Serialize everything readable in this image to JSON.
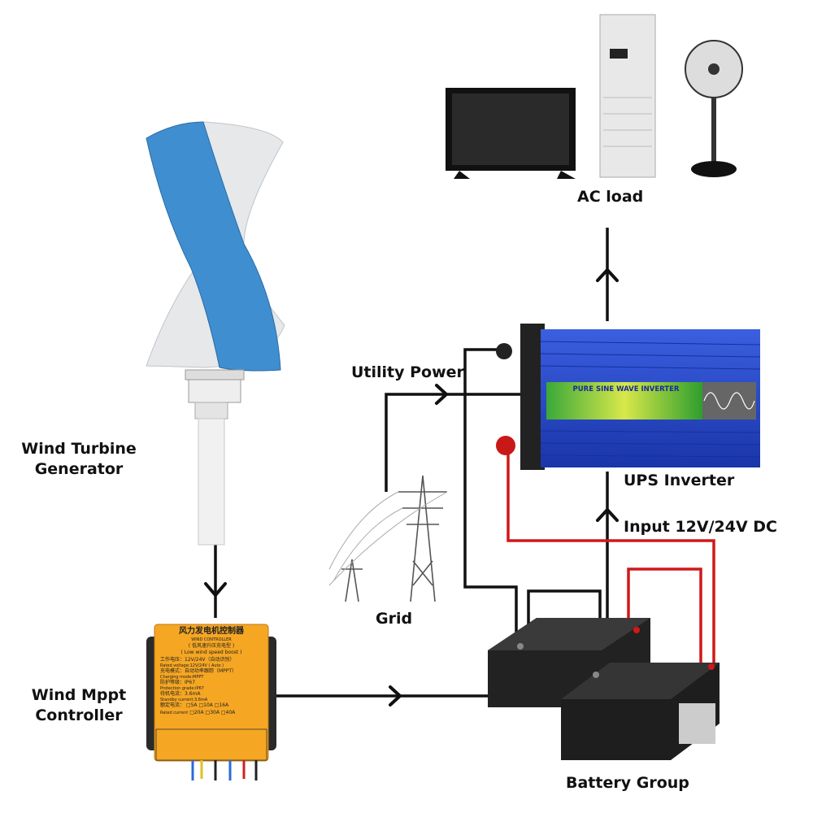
{
  "labels": {
    "wind_turbine": [
      "Wind Turbine",
      "Generator"
    ],
    "wind_controller": [
      "Wind Mppt",
      "Controller"
    ],
    "utility_power": "Utility Power",
    "grid": "Grid",
    "ups_inverter": "UPS Inverter",
    "input_dc": "Input 12V/24V DC",
    "ac_load": "AC load",
    "battery_group": "Battery Group"
  },
  "controller_panel": {
    "title_cn": "风力发电机控制器",
    "title_en": "WIND CONTROLLER",
    "subtitle_cn": "( 低风速升压充电型 )",
    "subtitle_en": "( Low wind speed boost )",
    "voltage_cn": "工作电压：12V/24V（自动识别）",
    "voltage_en": "Rated voltage:12V/24V ( Auto )",
    "mode_cn": "充电模式：自动功率跟踪（MPPT）",
    "mode_en": "Charging mode:MPPT",
    "protection_cn": "防护等级：IP67",
    "protection_en": "Protection grade:IP67",
    "standby_cn": "待机电流：3.6mA",
    "standby_en": "Standby current:3.6mA",
    "rated_cn": "额定电流：",
    "rated_en": "Rated current",
    "current_options": [
      "□5A",
      "□10A",
      "□16A",
      "□20A",
      "□30A",
      "□40A"
    ]
  },
  "inverter_panel": {
    "title": "PURE SINE WAVE INVERTER"
  },
  "colors": {
    "wire_dc_positive": "#d01818",
    "wire": "#111111",
    "inverter_blue": "#2448c8",
    "controller_orange": "#f5a623",
    "blade_blue": "#3f8fd0"
  }
}
